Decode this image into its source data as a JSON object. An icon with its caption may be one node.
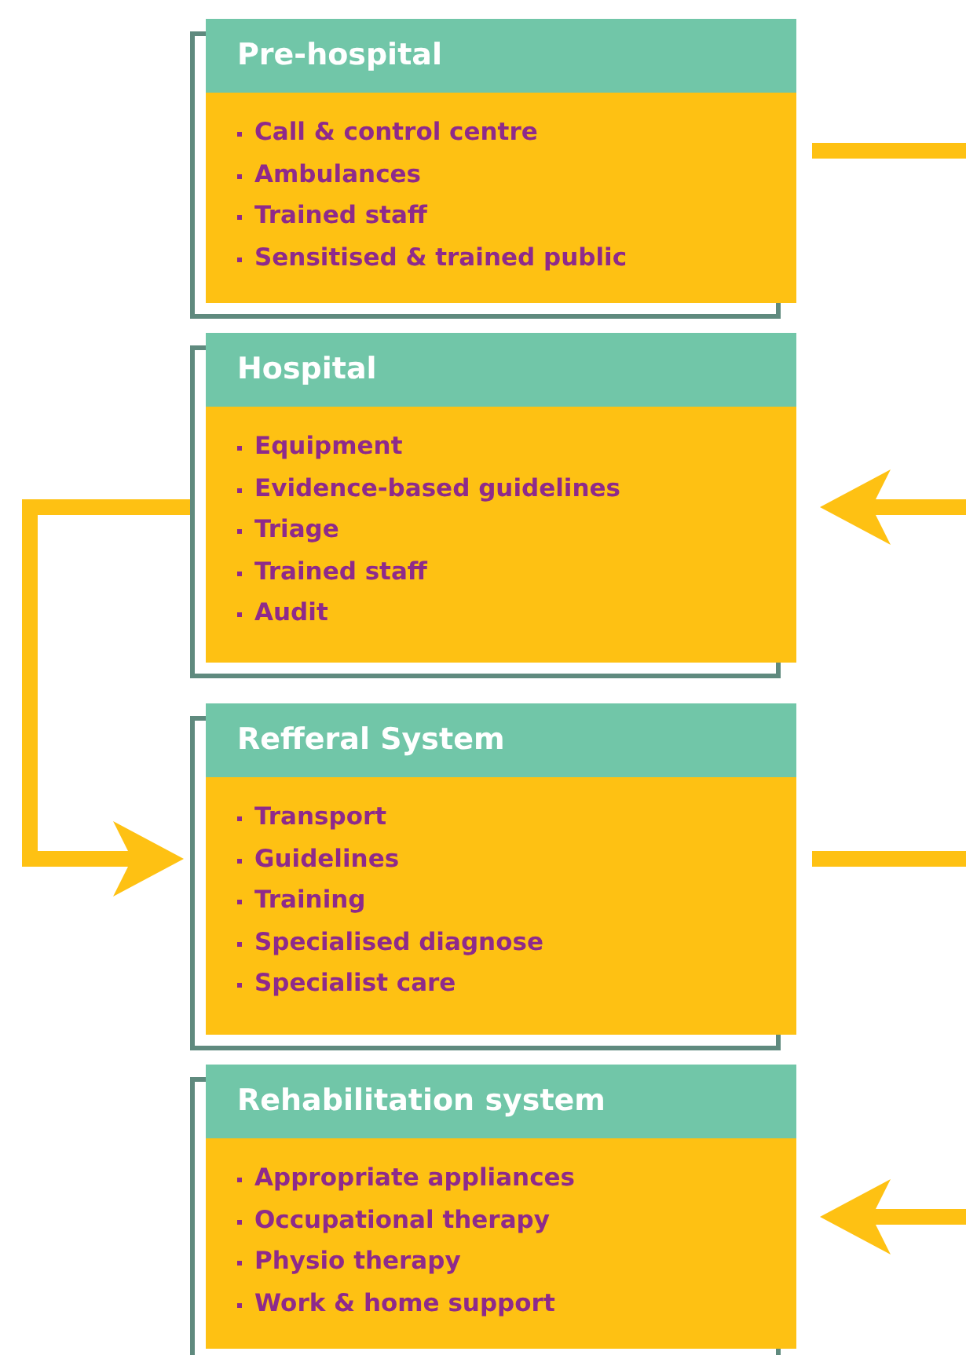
{
  "diagram": {
    "nodes": [
      {
        "text": [
          "Pre-hospital",
          "Call & control centre",
          "Ambulances",
          "Trained staff",
          "Sensitised & trained public"
        ]
      },
      {
        "text": [
          "Hospital",
          "Equipment",
          "Evidence-based guidelines",
          "Triage",
          "Trained staff",
          "Audit"
        ]
      },
      {
        "text": [
          "Refferal System",
          "Transport",
          "Guidelines",
          "Training",
          "Specialised diagnose",
          "Specialist care"
        ]
      },
      {
        "text": [
          "Rehabilitation system",
          "Appropriate appliances",
          "Occupational therapy",
          "Physio therapy",
          "Work & home support"
        ]
      }
    ],
    "edges": [
      {
        "from": 0,
        "to": null,
        "arrow": "none"
      },
      {
        "from": null,
        "to": 1,
        "arrow": "to"
      },
      {
        "from": 1,
        "to": 2,
        "arrow": "to"
      },
      {
        "from": 2,
        "to": null,
        "arrow": "none"
      },
      {
        "from": null,
        "to": 3,
        "arrow": "to"
      }
    ]
  }
}
